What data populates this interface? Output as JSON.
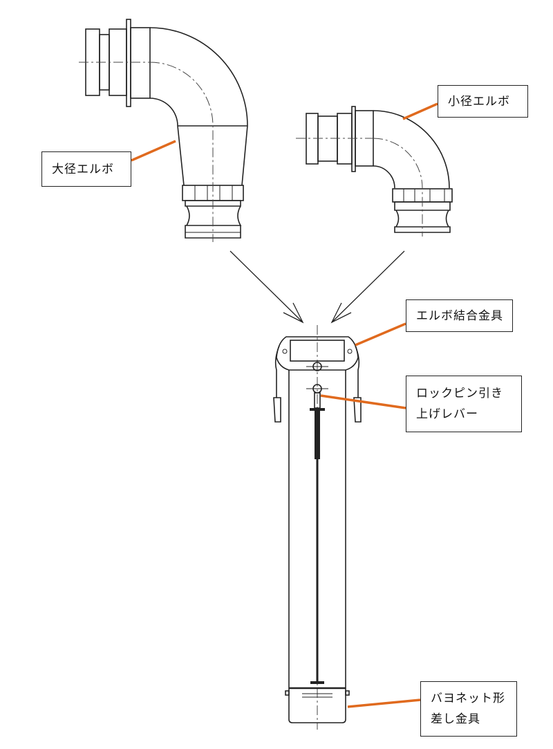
{
  "labels": {
    "large_elbow": "大径エルボ",
    "small_elbow": "小径エルボ",
    "elbow_coupling": "エルボ結合金具",
    "lock_pin_lever": [
      "ロックピン引き",
      "上げレバー"
    ],
    "bayonet_fitting": [
      "バヨネット形",
      "差し金具"
    ]
  },
  "colors": {
    "leader": "#e06a1e",
    "line": "#222222"
  }
}
